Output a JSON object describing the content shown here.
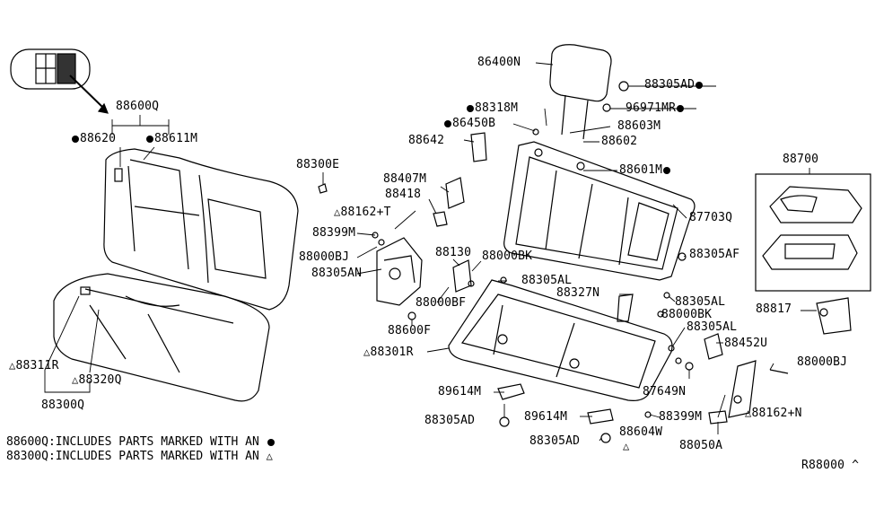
{
  "labels": {
    "p88600Q": "88600Q",
    "p88620": "88620",
    "p88611M": "88611M",
    "p88300E": "88300E",
    "p88407M": "88407M",
    "p88418": "88418",
    "p88162T": "88162+T",
    "p88399M_a": "88399M",
    "p88000BJ_a": "88000BJ",
    "p88305AN": "88305AN",
    "p88130": "88130",
    "p88000BK_a": "88000BK",
    "p88305AL_a": "88305AL",
    "p88000BF": "88000BF",
    "p88600F": "88600F",
    "p88301R": "88301R",
    "p88311R": "88311R",
    "p88320Q": "88320Q",
    "p88300Q": "88300Q",
    "p86400N": "86400N",
    "p88305AD_a": "88305AD",
    "p88318M": "88318M",
    "p96971MR": "96971MR",
    "p86450B": "86450B",
    "p88603M": "88603M",
    "p88642": "88642",
    "p88602": "88602",
    "p88601M": "88601M",
    "p87703Q": "87703Q",
    "p88305AF": "88305AF",
    "p88327N": "88327N",
    "p88305AL_b": "88305AL",
    "p88000BK_b": "88000BK",
    "p88305AL_c": "88305AL",
    "p88452U": "88452U",
    "p87649N": "87649N",
    "p88000BJ_b": "88000BJ",
    "p89614M_a": "89614M",
    "p88305AD_b": "88305AD",
    "p89614M_b": "89614M",
    "p88305AD_c": "88305AD",
    "p88604W": "88604W",
    "p88399M_b": "88399M",
    "p88162N": "88162+N",
    "p88050A": "88050A",
    "p88700": "88700",
    "p88817": "88817"
  },
  "notes": {
    "line1_part": "88600Q",
    "line1_text": "INCLUDES PARTS MARKED WITH AN",
    "line2_part": "88300Q",
    "line2_text": "INCLUDES PARTS MARKED WITH AN"
  },
  "reference_code": "R88000 ^",
  "symbols": {
    "filled_dot": "●",
    "triangle": "△"
  }
}
